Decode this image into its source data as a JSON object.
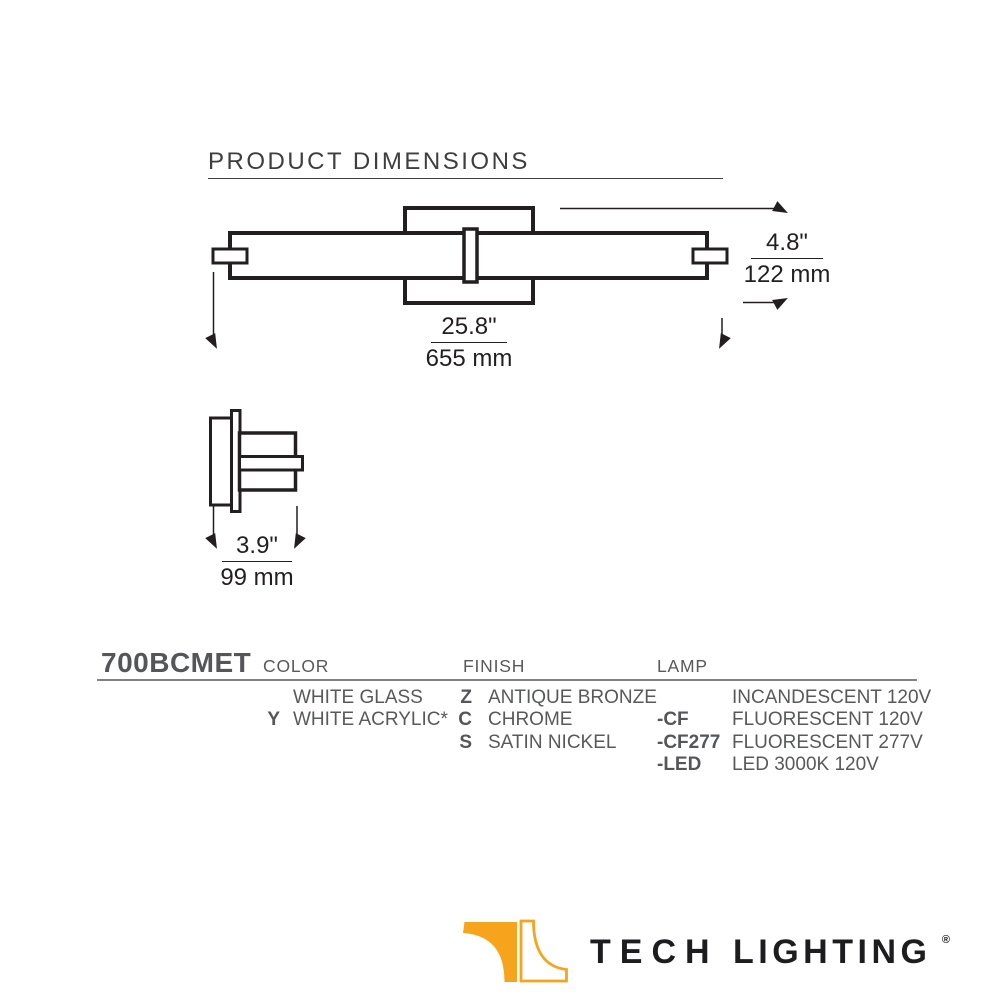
{
  "title": "PRODUCT DIMENSIONS",
  "front_view": {
    "width_dim": {
      "inches": "25.8\"",
      "mm": "655 mm"
    },
    "height_dim": {
      "inches": "4.8\"",
      "mm": "122 mm"
    }
  },
  "side_view": {
    "depth_dim": {
      "inches": "3.9\"",
      "mm": "99 mm"
    }
  },
  "specs": {
    "model": "700BCMET",
    "columns": [
      {
        "header": "COLOR",
        "rows": [
          {
            "code": "",
            "value": "WHITE GLASS"
          },
          {
            "code": "Y",
            "value": "WHITE ACRYLIC*"
          }
        ]
      },
      {
        "header": "FINISH",
        "rows": [
          {
            "code": "Z",
            "value": "ANTIQUE BRONZE"
          },
          {
            "code": "C",
            "value": "CHROME"
          },
          {
            "code": "S",
            "value": "SATIN NICKEL"
          }
        ]
      },
      {
        "header": "LAMP",
        "rows": [
          {
            "code": "",
            "value": "INCANDESCENT 120V"
          },
          {
            "code": "-CF",
            "value": "FLUORESCENT 120V"
          },
          {
            "code": "-CF277",
            "value": "FLUORESCENT 277V"
          },
          {
            "code": "-LED",
            "value": "LED 3000K 120V"
          }
        ]
      }
    ]
  },
  "logo": {
    "brand_primary": "TECH",
    "brand_secondary": "LIGHTING",
    "registered": "®"
  },
  "colors": {
    "accent_orange": "#F7A41D",
    "drawing_line": "#231f20",
    "text_gray": "#58595b",
    "rule_gray": "#808285",
    "logo_black": "#1d1d1f"
  }
}
